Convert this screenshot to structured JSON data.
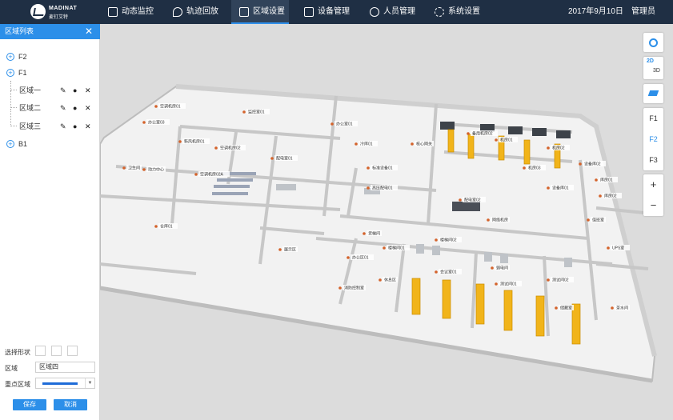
{
  "app": {
    "brand": "MADINAT",
    "brand_sub": "麦钉艾特"
  },
  "nav": [
    {
      "label": "动态监控",
      "icon": "chart-icon"
    },
    {
      "label": "轨迹回放",
      "icon": "pin-icon"
    },
    {
      "label": "区域设置",
      "icon": "area-icon",
      "active": true
    },
    {
      "label": "设备管理",
      "icon": "device-icon"
    },
    {
      "label": "人员管理",
      "icon": "people-icon"
    },
    {
      "label": "系统设置",
      "icon": "gear-icon"
    }
  ],
  "header": {
    "date": "2017年9月10日",
    "user": "管理员"
  },
  "panel": {
    "title": "区域列表",
    "close": "✕",
    "tree": {
      "f2": "F2",
      "f1": "F1",
      "zones": [
        "区域一",
        "区域二",
        "区域三"
      ],
      "b1": "B1"
    }
  },
  "form": {
    "shape_label": "选择形状",
    "area_label": "区域",
    "area_value": "区域四",
    "key_area_label": "重点区域",
    "key_area_color": "#1f6cd8",
    "save": "保存",
    "cancel": "取消"
  },
  "tools": {
    "view_2d": "2D",
    "view_3d": "3D",
    "floors": [
      "F1",
      "F2",
      "F3"
    ],
    "active_floor": "F2",
    "zoom_in": "+",
    "zoom_out": "−"
  },
  "map_labels": [
    "空调机房01",
    "办公室03",
    "新风机房01",
    "监控室01",
    "办公室01",
    "冷库01",
    "配电室01",
    "空调机房02A",
    "动力中心",
    "空调机房02",
    "仓库01",
    "标准设备01",
    "核心网关",
    "高压配电01",
    "备用机房02",
    "机房01",
    "机房02",
    "机房03",
    "设备库01",
    "设备库02",
    "配电室02",
    "网络机房",
    "货梯间",
    "楼梯间01",
    "楼梯间02",
    "办公区01",
    "休息区",
    "会议室01",
    "测试间01",
    "测试间02",
    "库房01",
    "库房02",
    "UPS室",
    "展示区",
    "消防控制室",
    "弱电间",
    "储藏室",
    "茶水间",
    "值班室",
    "卫生间"
  ]
}
